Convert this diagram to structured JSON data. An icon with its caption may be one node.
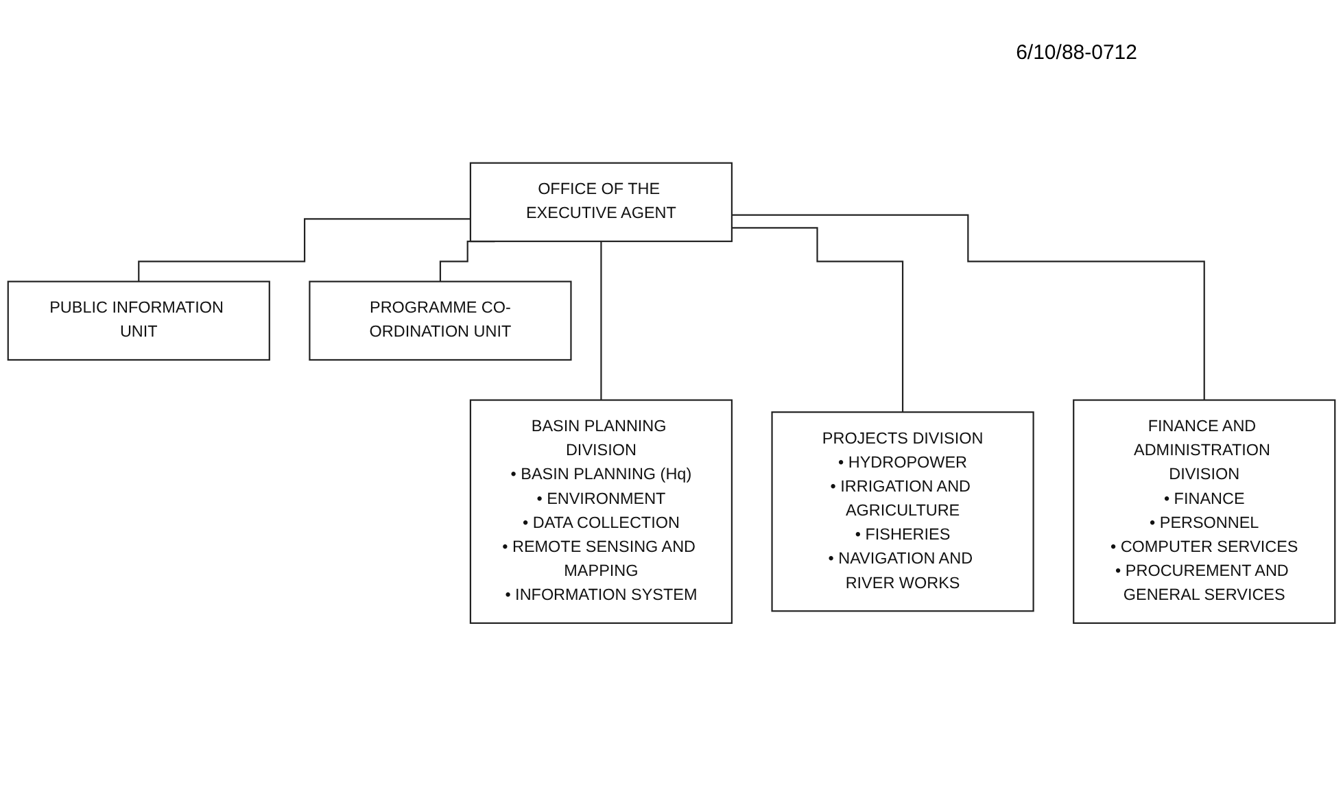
{
  "diagram": {
    "nodes": [
      {
        "text": [
          "OFFICE OF THE EXECUTIVE AGENT"
        ]
      },
      {
        "text": [
          "PUBLIC INFORMATION UNIT"
        ]
      },
      {
        "text": [
          "PROGRAMME CO-ORDINATION UNIT"
        ]
      },
      {
        "text": [
          "BASIN PLANNING DIVISION",
          "• BASIN PLANNING (Hq)",
          "• ENVIRONMENT",
          "• DATA COLLECTION",
          "• REMOTE SENSING AND MAPPING",
          "• INFORMATION SYSTEM"
        ]
      },
      {
        "text": [
          "PROJECTS DIVISION",
          "• HYDROPOWER",
          "• IRRIGATION AND AGRICULTURE",
          "• FISHERIES",
          "• NAVIGATION AND RIVER WORKS"
        ]
      },
      {
        "text": [
          "FINANCE AND ADMINISTRATION DIVISION",
          "• FINANCE",
          "• PERSONNEL",
          "• COMPUTER SERVICES",
          "• PROCUREMENT AND GENERAL SERVICES"
        ]
      }
    ],
    "edges": [
      {
        "from": 0,
        "to": 1,
        "arrow": "none"
      },
      {
        "from": 0,
        "to": 2,
        "arrow": "none"
      },
      {
        "from": 0,
        "to": 3,
        "arrow": "none"
      },
      {
        "from": 0,
        "to": 4,
        "arrow": "none"
      },
      {
        "from": 0,
        "to": 5,
        "arrow": "none"
      }
    ],
    "labels": [
      "6/10/88-0712"
    ]
  }
}
